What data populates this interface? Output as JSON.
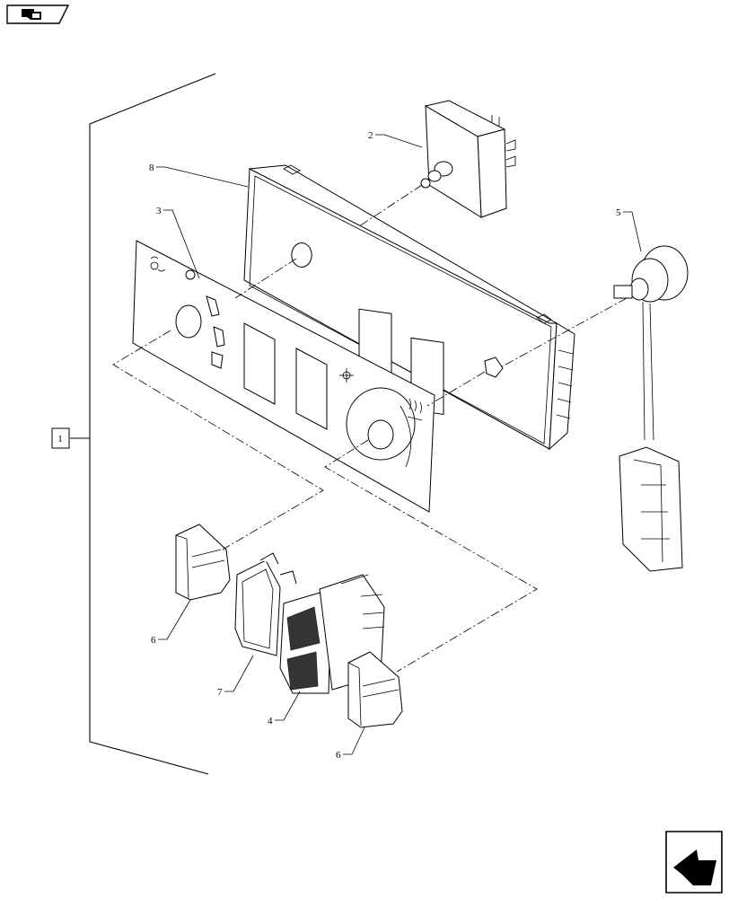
{
  "icons": {
    "top_left": "prev-page-icon",
    "bottom_right": "next-page-icon"
  },
  "assembly_label": "1",
  "callouts": {
    "c2": "2",
    "c3": "3",
    "c4": "4",
    "c5": "5",
    "c6a": "6",
    "c6b": "6",
    "c7": "7",
    "c8": "8"
  }
}
